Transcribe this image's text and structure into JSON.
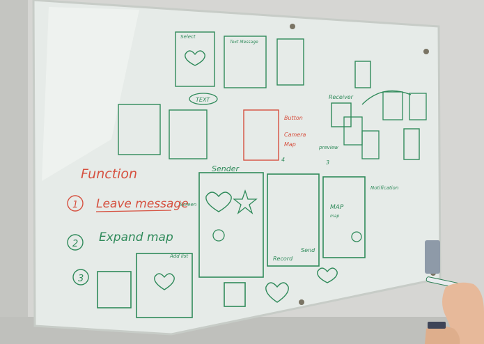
{
  "palette": {
    "wall": "#d9d9d6",
    "wall_shadow": "#b9bab6",
    "board": "#e8ece9",
    "board_edge": "#c9ccc8",
    "marker_red": "#d6503f",
    "marker_green": "#2f8a5a",
    "marker_blue": "#3b56a6",
    "skin": "#e7b99a"
  },
  "board_text": {
    "function_title": "Function",
    "item1_number": "1",
    "item1_label": "Leave message",
    "item2_number": "2",
    "item2_label": "Expand map",
    "item3_number": "3",
    "top_left_frame_label": "Select",
    "top_mid_frame_label": "Text Message",
    "text_bubble": "TEXT",
    "button_note": "Button",
    "camera_note": "Camera",
    "map_note": "Map",
    "receiver_label": "Receiver",
    "preview_label": "preview",
    "sender_label": "Sender",
    "map_label": "MAP",
    "map_small_label": "map",
    "record_button": "Record",
    "send_button": "Send",
    "notification_label": "Notification",
    "add_label": "Add list",
    "screen_label": "Screen",
    "number_three": "3",
    "number_four": "4"
  },
  "icons": {
    "heart": "heart-icon",
    "star": "star-icon",
    "map_pin": "map-pin-icon",
    "wall_mount": "wall-mount-icon",
    "marker": "marker-icon"
  }
}
